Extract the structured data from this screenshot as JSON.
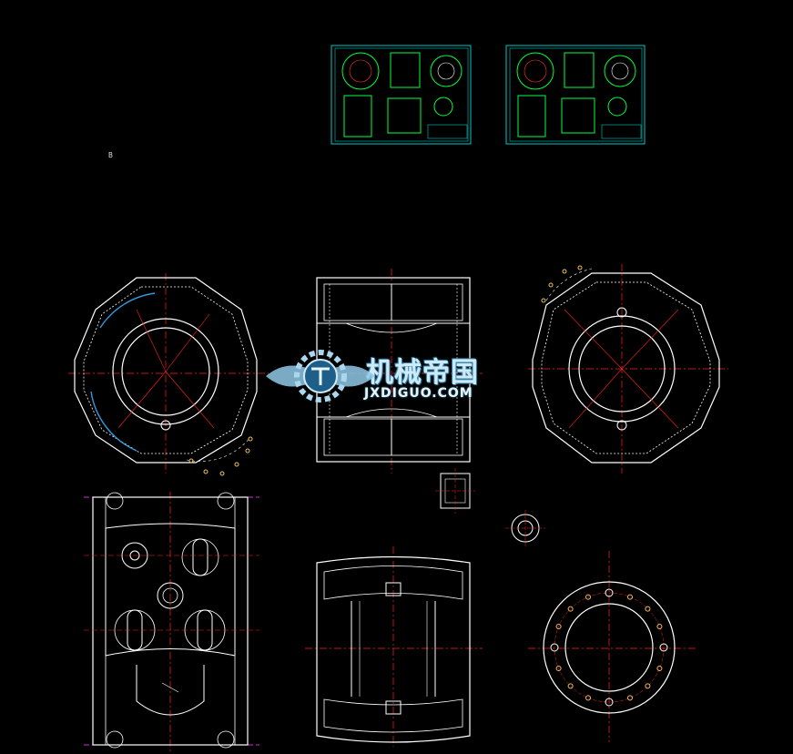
{
  "watermark": {
    "cn_text": "机械帝国",
    "en_text": "JXDIGUO.COM"
  },
  "misc": {
    "small_label": "B"
  },
  "colors": {
    "background": "#000000",
    "geometry": "#ffffff",
    "centerline": "#ff2020",
    "cyan_frame": "#00c8c8",
    "green_geometry": "#00ff40",
    "magenta_line": "#cc33cc",
    "hole_marker": "#f0c060",
    "watermark_blue": "#3d8fc0"
  }
}
